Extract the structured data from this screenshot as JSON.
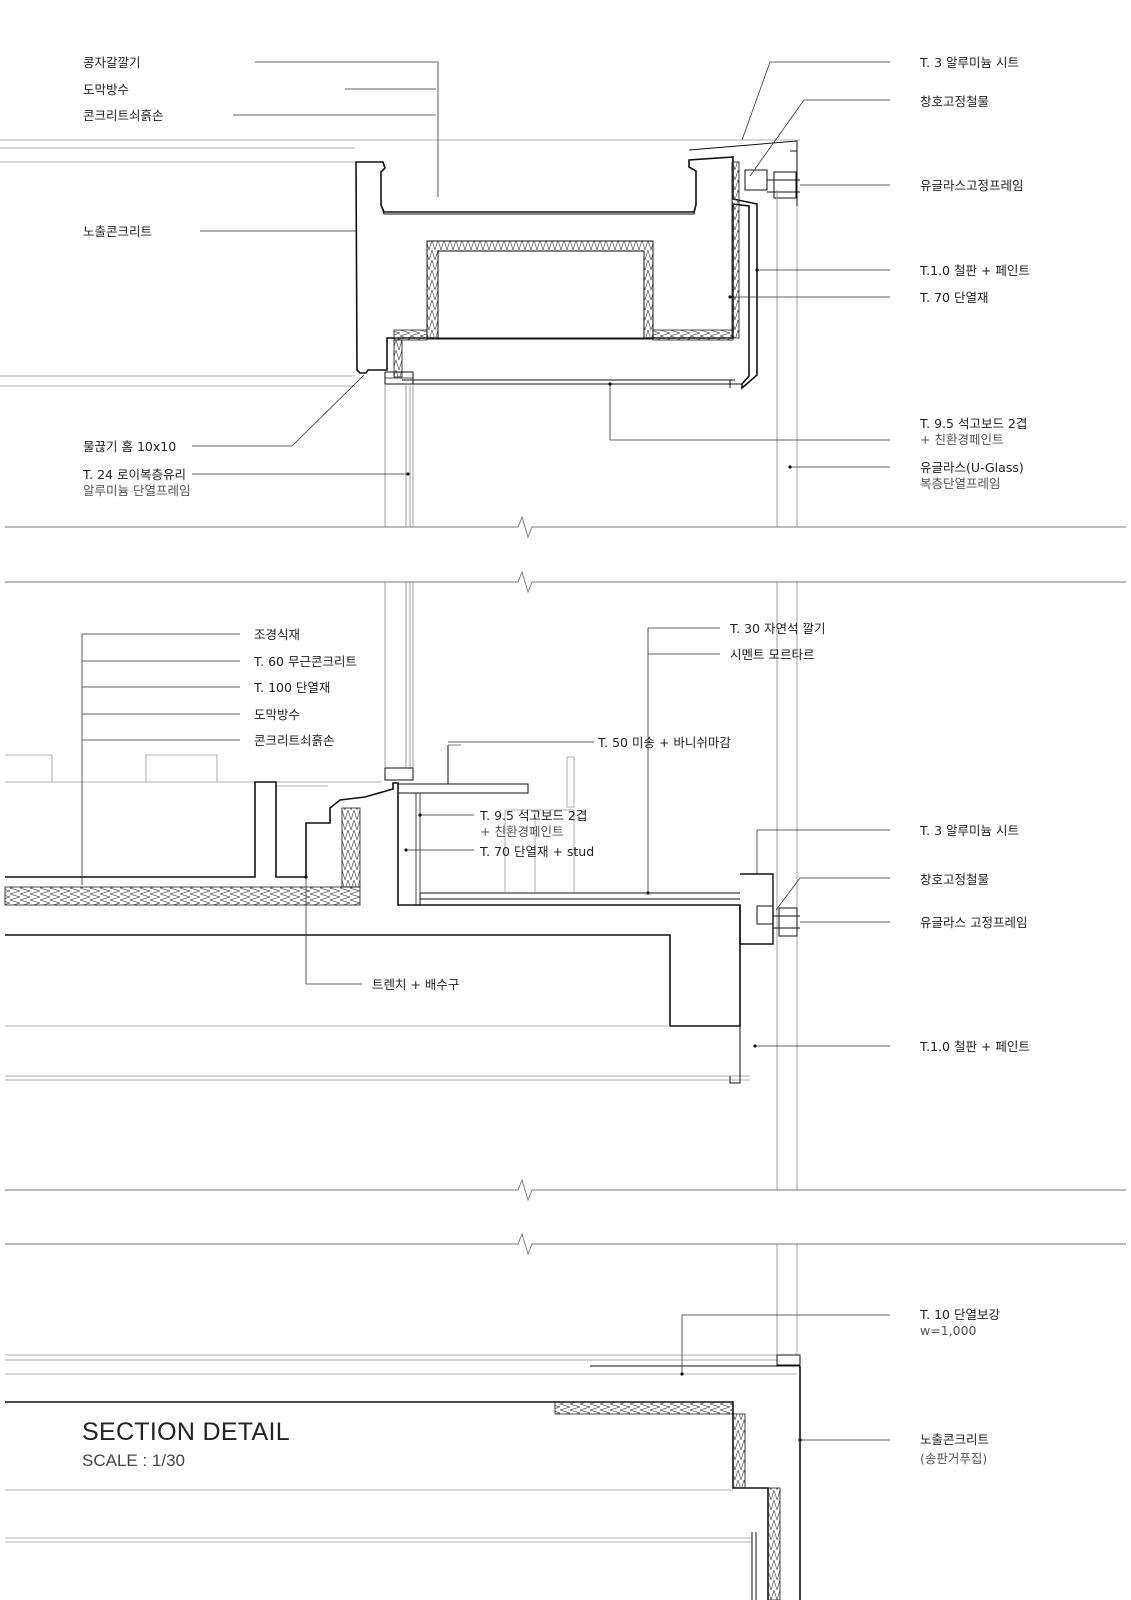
{
  "title": "SECTION DETAIL",
  "scale": "SCALE : 1/30",
  "colors": {
    "line": "#111111",
    "thin": "#888888",
    "leader": "#333333",
    "hatch": "#555555"
  },
  "labels": {
    "l1": "콩자갈깔기",
    "l2": "도막방수",
    "l3": "콘크리트쇠흙손",
    "l4": "노출콘크리트",
    "l5": "물끊기 홈 10x10",
    "l6": "T. 24 로이복층유리",
    "l6b": "알루미늄 단열프레임",
    "r1": "T. 3 알루미늄 시트",
    "r2": "창호고정철물",
    "r3": "유글라스고정프레임",
    "r4": "T.1.0 철판 + 페인트",
    "r5": "T. 70 단열재",
    "r6": "T. 9.5 석고보드 2겹",
    "r6b": "+ 친환경페인트",
    "r7": "유글라스(U-Glass)",
    "r7b": "복층단열프레임",
    "m1": "조경식재",
    "m2": "T. 60 무근콘크리트",
    "m3": "T. 100 단열재",
    "m4": "도막방수",
    "m5": "콘크리트쇠흙손",
    "m6": "T. 30 자연석 깔기",
    "m7": "시멘트 모르타르",
    "m8": "T. 50 미송 + 바니쉬마감",
    "m9": "T. 9.5 석고보드 2겹",
    "m9b": "+ 친환경페인트",
    "m10": "T. 70 단열재 + stud",
    "m11": "트렌치 + 배수구",
    "r8": "T. 3 알루미늄 시트",
    "r9": "창호고정철물",
    "r10": "유글라스 고정프레임",
    "r11": "T.1.0 철판 + 페인트",
    "r12": "T. 10 단열보강",
    "r12b": "w=1,000",
    "r13": "노출콘크리트",
    "r13b": "(송판거푸집)"
  }
}
